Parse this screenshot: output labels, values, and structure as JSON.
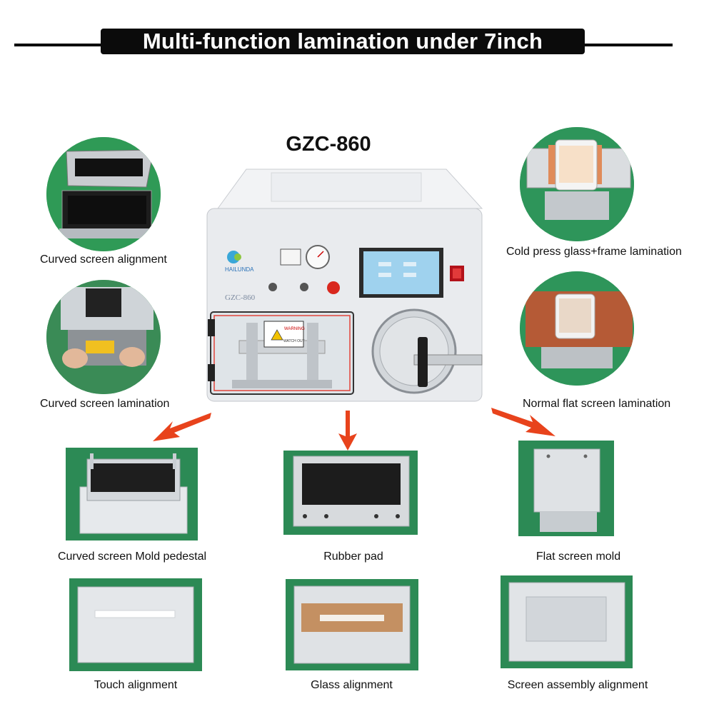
{
  "header": {
    "title": "Multi-function lamination under 7inch"
  },
  "machine": {
    "model": "GZC-860",
    "brand": "HAILUNDA",
    "panel_model_text": "GZC-860",
    "warning_text": "WARNING",
    "watch_text": "WATCH OUT"
  },
  "features": [
    {
      "label": "Curved screen alignment"
    },
    {
      "label": "Curved screen lamination"
    },
    {
      "label": "Cold press glass+frame lamination"
    },
    {
      "label": "Normal flat screen lamination"
    }
  ],
  "molds": [
    {
      "label": "Curved screen Mold pedestal"
    },
    {
      "label": "Rubber pad"
    },
    {
      "label": "Flat screen mold"
    },
    {
      "label": "Touch alignment"
    },
    {
      "label": "Glass alignment"
    },
    {
      "label": "Screen assembly alignment"
    }
  ],
  "colors": {
    "banner": "#0b0b0b",
    "green_bg": "#2c8a55",
    "arrow": "#e8431c",
    "machine_body": "#e9ebee"
  }
}
